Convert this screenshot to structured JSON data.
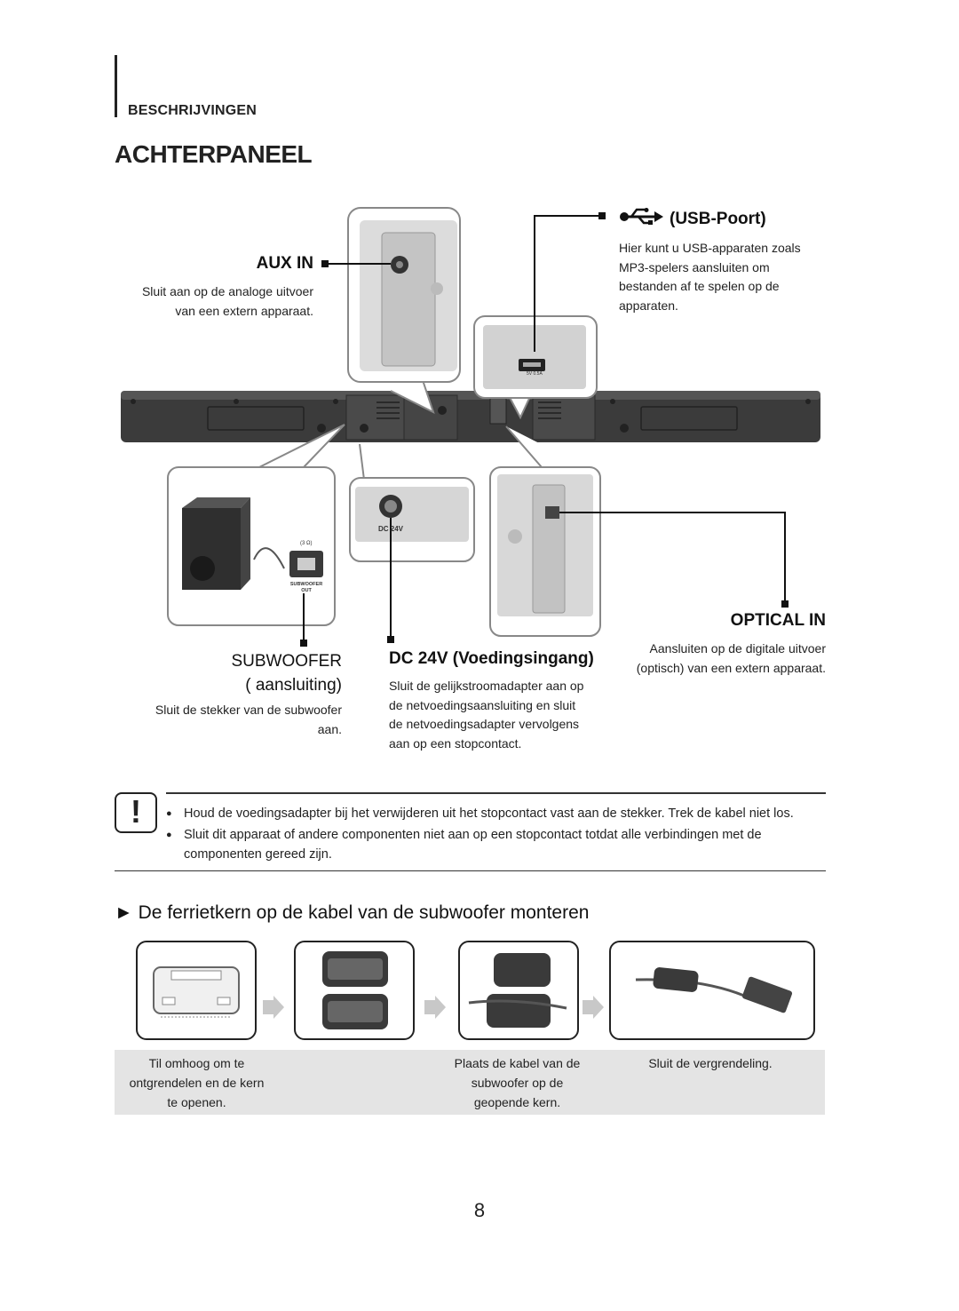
{
  "header": {
    "section": "BESCHRIJVINGEN",
    "title": "ACHTERPANEEL"
  },
  "ports": {
    "aux": {
      "label": "AUX IN",
      "desc_line1": "Sluit aan op de analoge uitvoer",
      "desc_line2": "van een extern apparaat."
    },
    "usb": {
      "label": "(USB-Poort)",
      "desc_line1": "Hier kunt u USB-apparaten zoals",
      "desc_line2": "MP3-spelers aansluiten om",
      "desc_line3": "bestanden af te spelen op de",
      "desc_line4": "apparaten.",
      "icon": "usb-icon",
      "jack_label": "5V 0.5A"
    },
    "subwoofer": {
      "label_line1": "SUBWOOFER",
      "label_line2": "( aansluiting)",
      "desc_line1": "Sluit de stekker van de subwoofer",
      "desc_line2": "aan.",
      "jack_label_line1": "SUBWOOFER",
      "jack_label_line2": "OUT",
      "ohm_label": "(3 Ω)"
    },
    "dc": {
      "label": "DC 24V (Voedingsingang)",
      "desc_line1": "Sluit de gelijkstroomadapter aan op",
      "desc_line2": "de netvoedingsaansluiting en sluit",
      "desc_line3": "de netvoedingsadapter vervolgens",
      "desc_line4": "aan op een stopcontact.",
      "jack_label": "DC 24V"
    },
    "optical": {
      "label": "OPTICAL IN",
      "desc_line1": "Aansluiten op de digitale uitvoer",
      "desc_line2": "(optisch) van een extern apparaat."
    }
  },
  "caution": {
    "icon_text": "!",
    "bullet1": "Houd de voedingsadapter bij het verwijderen uit het stopcontact vast aan de stekker. Trek de kabel niet los.",
    "bullet2_line1": "Sluit dit apparaat of andere componenten niet aan op een stopcontact totdat alle verbindingen met de",
    "bullet2_line2": "componenten gereed zijn.",
    "bullet_symbol": "●"
  },
  "ferrite": {
    "title": "De ferrietkern op de kabel van de subwoofer monteren",
    "title_marker": "►",
    "steps": [
      {
        "line1": "Til omhoog om te",
        "line2": "ontgrendelen en de kern",
        "line3": "te openen."
      },
      {
        "line1": "",
        "line2": "",
        "line3": ""
      },
      {
        "line1": "Plaats de kabel van de",
        "line2": "subwoofer op de",
        "line3": "geopende kern."
      },
      {
        "line1": "Sluit de vergrendeling.",
        "line2": "",
        "line3": ""
      }
    ]
  },
  "page_number": "8",
  "colors": {
    "text": "#222222",
    "panel": "#3a3a3a",
    "caption_bg": "#e4e4e4",
    "callout_border": "#888888"
  }
}
